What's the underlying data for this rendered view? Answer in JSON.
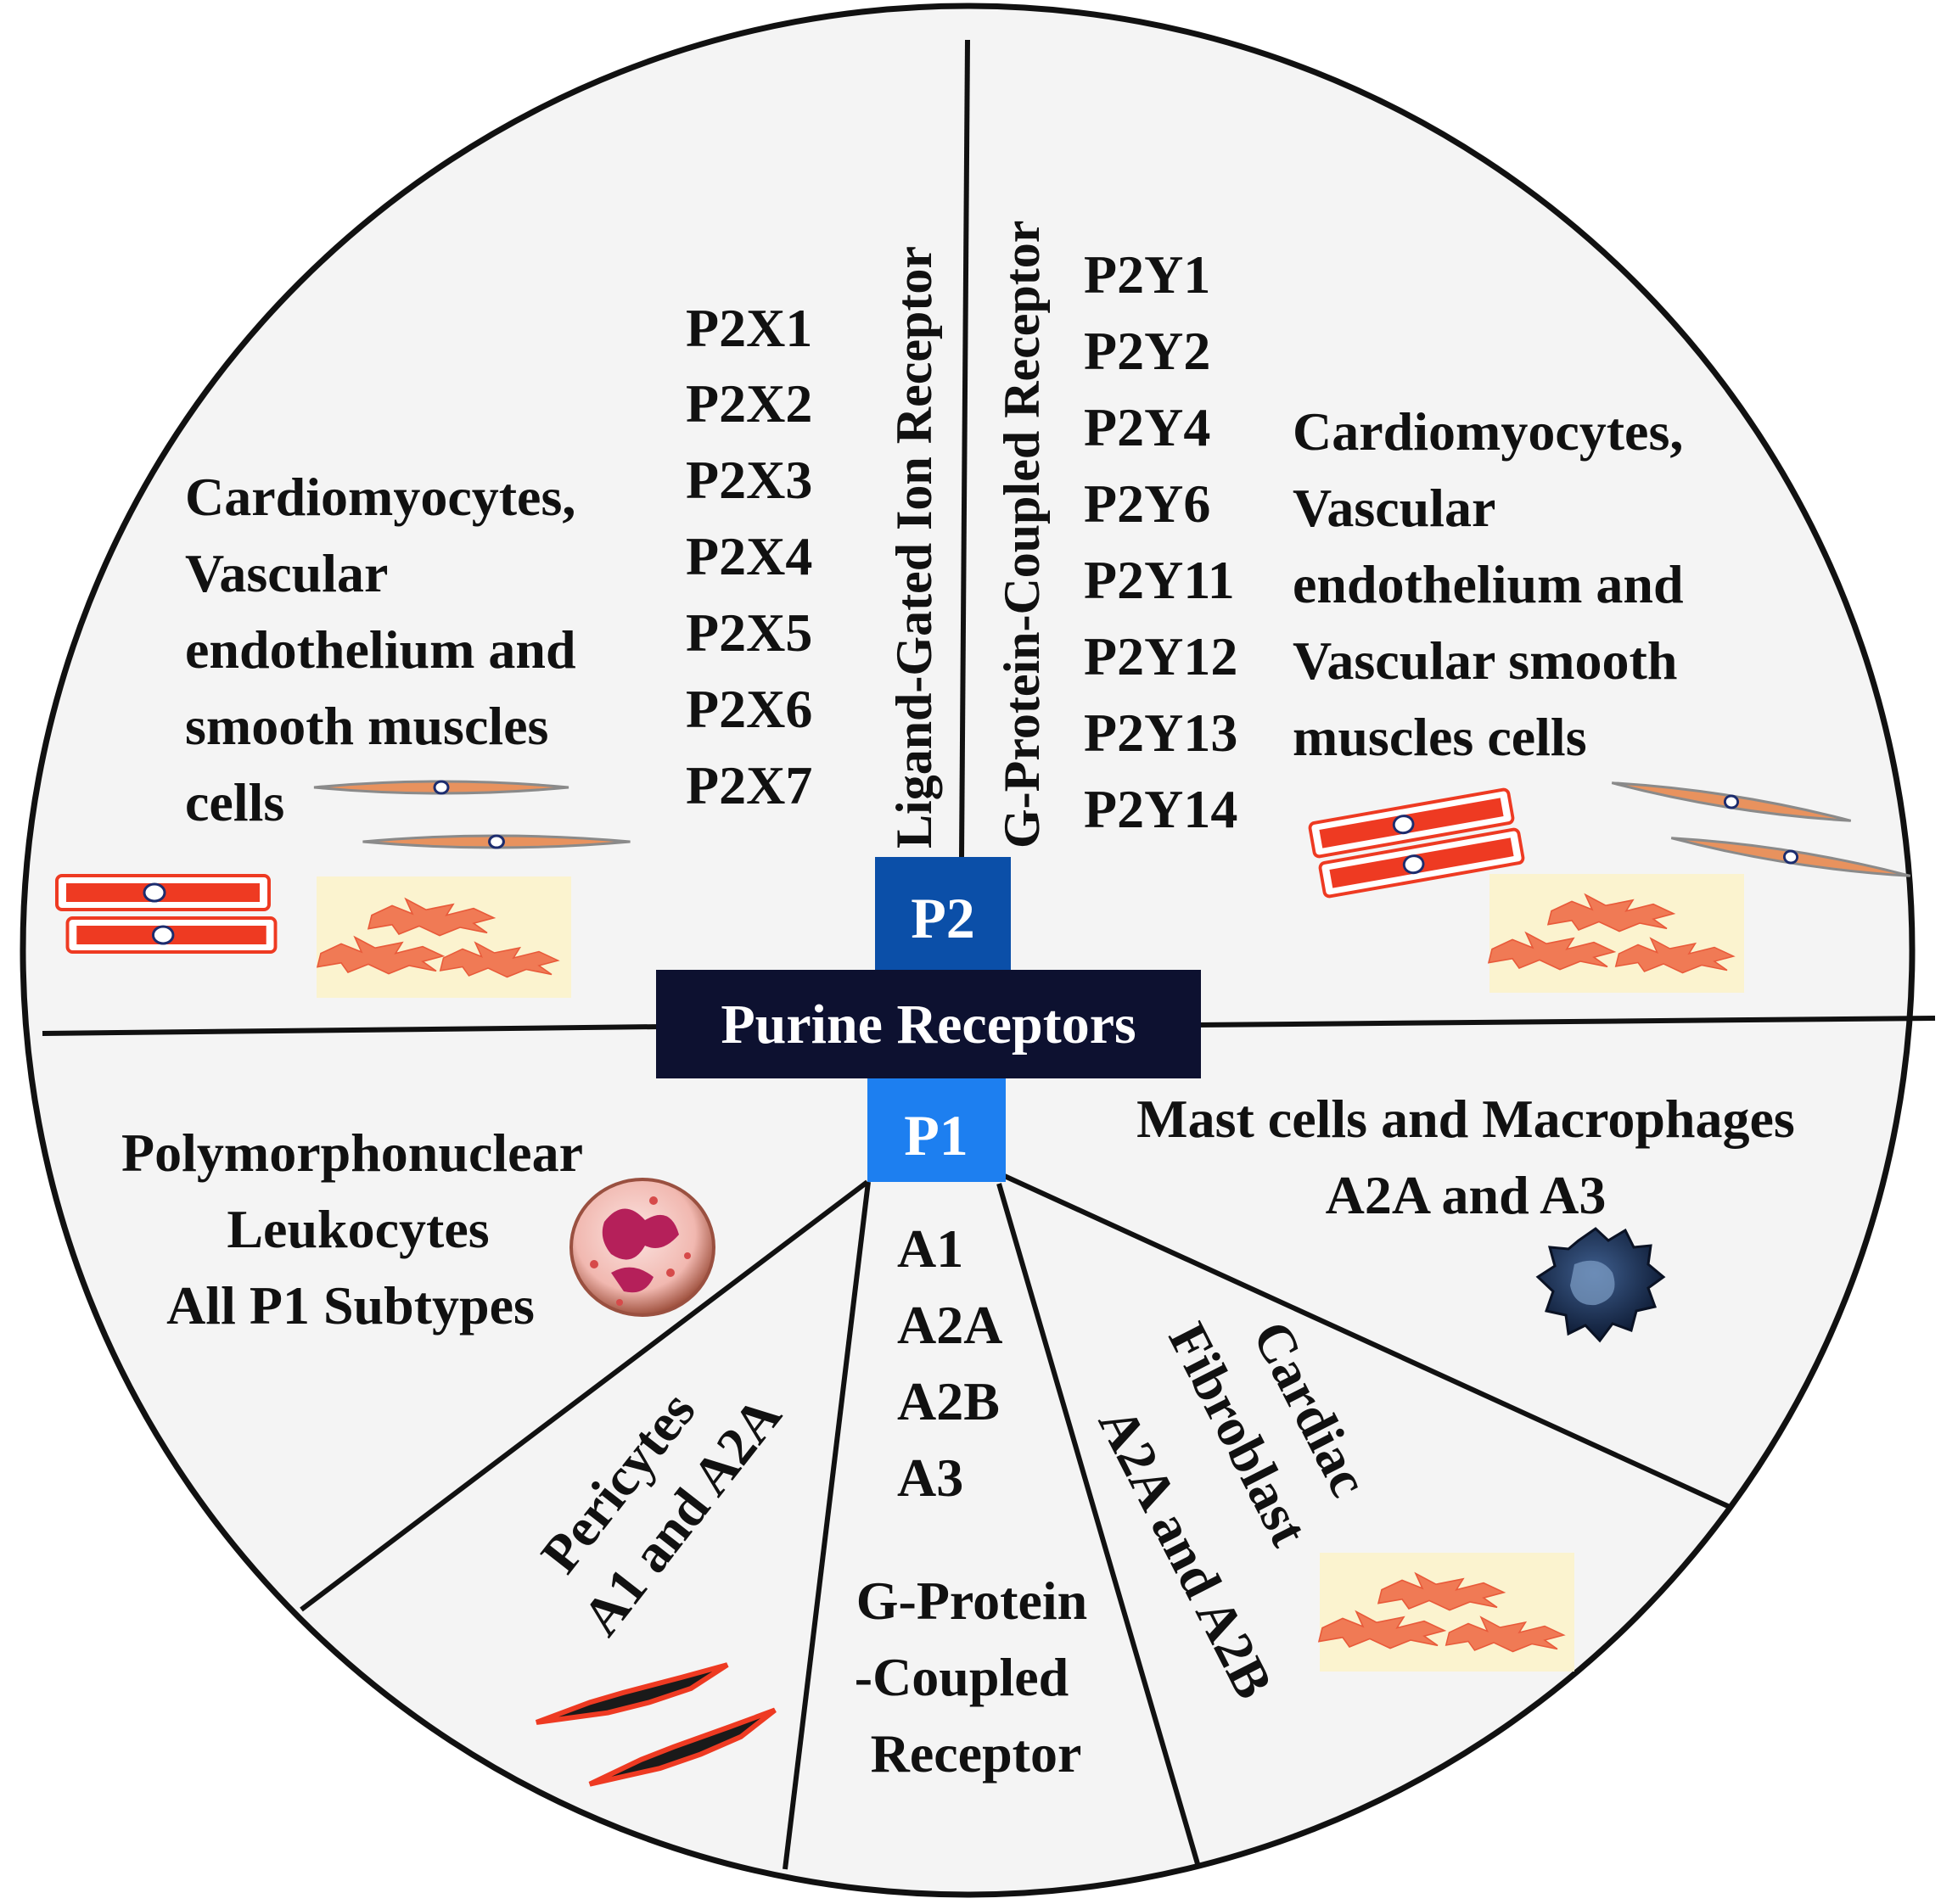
{
  "center": {
    "title": "Purine Receptors",
    "p2": "P2",
    "p1": "P1"
  },
  "colors": {
    "background": "#f4f4f4",
    "outline": "#111111",
    "center_box": "#0d1130",
    "p2_box": "#0b4fa8",
    "p1_box": "#1d7ff0",
    "cell_red": "#ee3a22",
    "smooth_muscle": "#e8925e",
    "cell_patch": "#fbf3cf"
  },
  "p2": {
    "ion_channel_label": "Ligand-Gated Ion Receptor",
    "gpcr_label": "G-Protein-Coupled Receptor",
    "p2x_subtypes": [
      "P2X1",
      "P2X2",
      "P2X3",
      "P2X4",
      "P2X5",
      "P2X6",
      "P2X7"
    ],
    "p2y_subtypes": [
      "P2Y1",
      "P2Y2",
      "P2Y4",
      "P2Y6",
      "P2Y11",
      "P2Y12",
      "P2Y13",
      "P2Y14"
    ],
    "left_cells": [
      "Cardiomyocytes,",
      "Vascular",
      "endothelium and",
      "smooth muscles",
      "cells"
    ],
    "right_cells": [
      "Cardiomyocytes,",
      "Vascular",
      "endothelium and",
      "Vascular smooth",
      "muscles cells"
    ]
  },
  "p1": {
    "subtypes": [
      "A1",
      "A2A",
      "A2B",
      "A3"
    ],
    "receptor_type": [
      "G-Protein",
      "-Coupled",
      "Receptor"
    ],
    "pmn": [
      "Polymorphonuclear",
      "Leukocytes",
      "All P1 Subtypes"
    ],
    "pericytes": [
      "Pericytes",
      "A1 and A2A"
    ],
    "cardiac_fibroblast": [
      "Cardiac",
      "Fibroblast",
      "A2A and A2B"
    ],
    "mast_cells": [
      "Mast cells and Macrophages",
      "A2A and A3"
    ]
  }
}
